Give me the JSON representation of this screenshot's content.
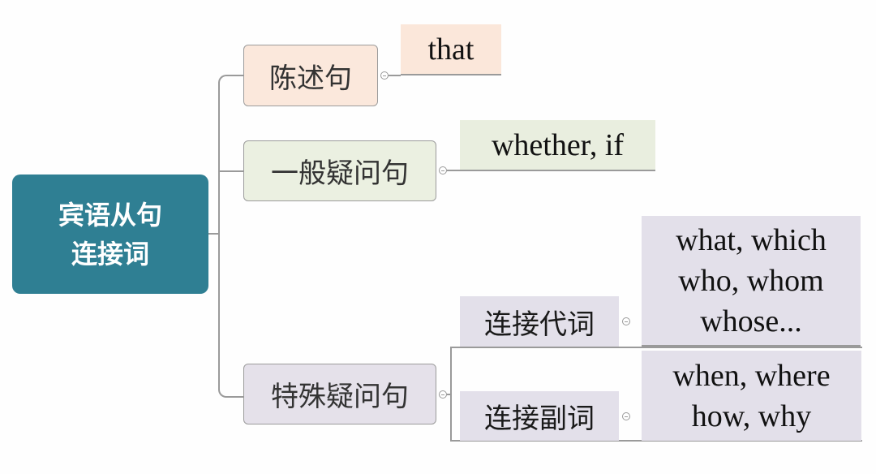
{
  "root": {
    "line1": "宾语从句",
    "line2": "连接词",
    "color": "#2f7f93"
  },
  "branches": [
    {
      "label": "陈述句",
      "color": "#fbe8dc",
      "leaf": {
        "lines": [
          "that"
        ],
        "color": "#fbe7da"
      }
    },
    {
      "label": "一般疑问句",
      "color": "#ebf0e1",
      "leaf": {
        "lines": [
          "whether, if"
        ],
        "color": "#e9eedf"
      }
    },
    {
      "label": "特殊疑问句",
      "color": "#e5e1ea",
      "children": [
        {
          "label": "连接代词",
          "leaf": {
            "lines": [
              "what, which",
              "who, whom",
              "whose..."
            ]
          }
        },
        {
          "label": "连接副词",
          "leaf": {
            "lines": [
              "when, where",
              "how, why"
            ]
          }
        }
      ]
    }
  ]
}
